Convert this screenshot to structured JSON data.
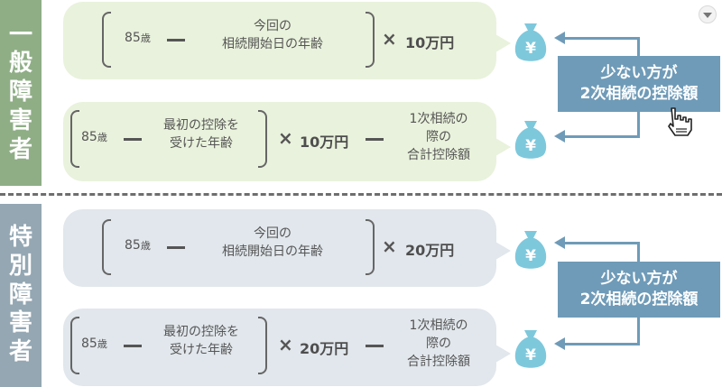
{
  "sections": {
    "general": {
      "label": [
        "一",
        "般",
        "障",
        "害",
        "者"
      ],
      "multiplier": "10万円"
    },
    "special": {
      "label": [
        "特",
        "別",
        "障",
        "害",
        "者"
      ],
      "multiplier": "20万円"
    }
  },
  "formula_top": {
    "age": "85",
    "age_unit": "歳",
    "term_line1": "今回の",
    "term_line2": "相続開始日の年齢",
    "times": "×"
  },
  "formula_bottom": {
    "age": "85",
    "age_unit": "歳",
    "term_line1": "最初の控除を",
    "term_line2": "受けた年齢",
    "times": "×",
    "deduct_line1": "1次相続の",
    "deduct_line2": "際の",
    "deduct_line3": "合計控除額"
  },
  "result": {
    "line1": "少ない方が",
    "line2": "2次相続の控除額"
  },
  "icons": {
    "bag": "yen-money-bag-icon",
    "yen": "¥"
  },
  "colors": {
    "general_label": "#8fae86",
    "special_label": "#94a7b3",
    "general_box": "#e9f2dc",
    "special_box": "#e1e7ec",
    "bag": "#7ec8dc",
    "result": "#6f9bb8"
  }
}
